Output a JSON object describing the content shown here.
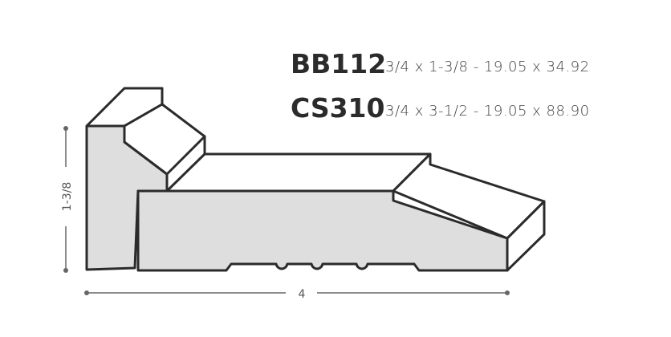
{
  "specs": [
    {
      "code": "BB112",
      "dimensions": "3/4 x 1-3/8 - 19.05 x 34.92"
    },
    {
      "code": "CS310",
      "dimensions": "3/4 x 3-1/2 - 19.05 x 88.90"
    }
  ],
  "dimension_labels": {
    "height": "1-3/8",
    "width": "4"
  },
  "colors": {
    "outline": "#2b2b2b",
    "section_fill": "#dedede",
    "top_fill": "#ffffff",
    "dimension_line": "#666666"
  }
}
